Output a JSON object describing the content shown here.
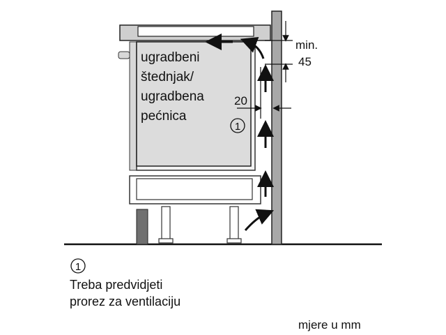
{
  "appliance": {
    "label_lines": [
      "ugradbeni",
      "štednjak/",
      "ugradbena",
      "pećnica"
    ],
    "callout": "1"
  },
  "dimensions": {
    "gap_top": "min.",
    "gap_top_value": "45",
    "gap_side": "20"
  },
  "legend": {
    "marker": "1",
    "lines": [
      "Treba predvidjeti",
      "prorez za ventilaciju"
    ]
  },
  "units": "mjere u mm"
}
